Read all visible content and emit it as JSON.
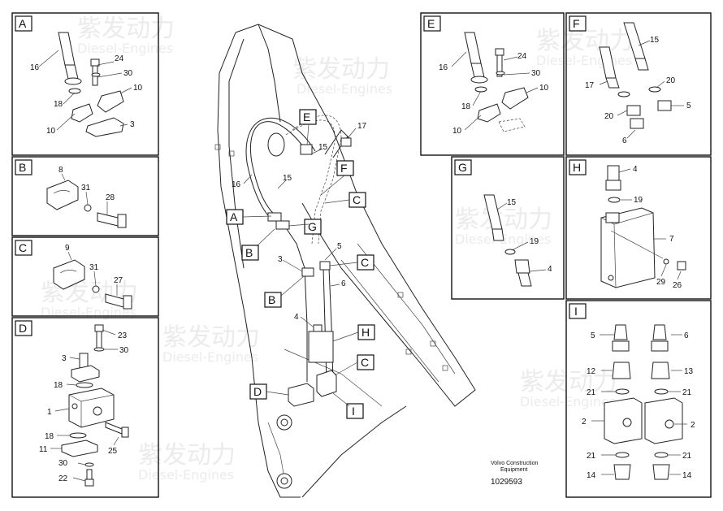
{
  "panels": {
    "A": {
      "tag": "A",
      "labels": [
        "16",
        "24",
        "30",
        "10",
        "18",
        "10",
        "3"
      ]
    },
    "B": {
      "tag": "B",
      "labels": [
        "8",
        "31",
        "28"
      ]
    },
    "C": {
      "tag": "C",
      "labels": [
        "9",
        "31",
        "27"
      ]
    },
    "D": {
      "tag": "D",
      "labels": [
        "23",
        "30",
        "3",
        "18",
        "1",
        "18",
        "11",
        "25",
        "30",
        "22"
      ]
    },
    "E": {
      "tag": "E",
      "labels": [
        "16",
        "24",
        "30",
        "10",
        "18",
        "10"
      ]
    },
    "F": {
      "tag": "F",
      "labels": [
        "15",
        "17",
        "20",
        "20",
        "5",
        "6"
      ]
    },
    "G": {
      "tag": "G",
      "labels": [
        "15",
        "19",
        "4"
      ]
    },
    "H": {
      "tag": "H",
      "labels": [
        "4",
        "19",
        "7",
        "29",
        "26"
      ]
    },
    "I": {
      "tag": "I",
      "labels": [
        "5",
        "6",
        "12",
        "13",
        "21",
        "21",
        "2",
        "2",
        "21",
        "21",
        "14",
        "14"
      ]
    }
  },
  "main": {
    "callouts": [
      "E",
      "F",
      "C",
      "A",
      "G",
      "B",
      "C",
      "B",
      "H",
      "C",
      "D",
      "I"
    ],
    "numbers": [
      "17",
      "15",
      "16",
      "15",
      "5",
      "3",
      "6",
      "4"
    ]
  },
  "caption": {
    "line1": "Volvo Construction",
    "line2": "Equipment",
    "part_no": "1029593"
  },
  "watermark": {
    "cn": "紫发动力",
    "en": "Diesel-Engines"
  },
  "colors": {
    "line": "#222222",
    "watermark": "#c8c8c8",
    "background": "#ffffff"
  }
}
